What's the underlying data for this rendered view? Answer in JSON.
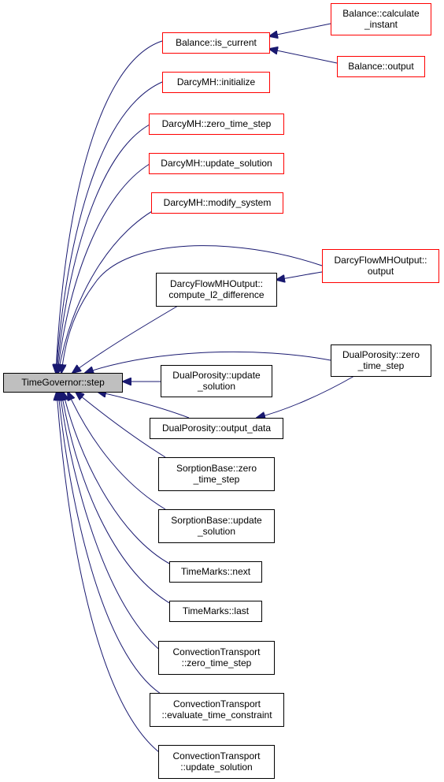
{
  "colors": {
    "edge": "#191970",
    "border_default": "#000000",
    "border_truncated": "#ff0000",
    "fill_default": "#ffffff",
    "fill_focus": "#bfbfbf"
  },
  "nodes": [
    {
      "id": "tg",
      "lines": [
        "TimeGovernor::step"
      ],
      "kind": "focus"
    },
    {
      "id": "bic",
      "lines": [
        "Balance::is_current"
      ],
      "kind": "truncated"
    },
    {
      "id": "bci",
      "lines": [
        "Balance::calculate",
        "_instant"
      ],
      "kind": "truncated"
    },
    {
      "id": "bo",
      "lines": [
        "Balance::output"
      ],
      "kind": "truncated"
    },
    {
      "id": "dmi",
      "lines": [
        "DarcyMH::initialize"
      ],
      "kind": "truncated"
    },
    {
      "id": "dmz",
      "lines": [
        "DarcyMH::zero_time_step"
      ],
      "kind": "truncated"
    },
    {
      "id": "dmu",
      "lines": [
        "DarcyMH::update_solution"
      ],
      "kind": "truncated"
    },
    {
      "id": "dmm",
      "lines": [
        "DarcyMH::modify_system"
      ],
      "kind": "truncated"
    },
    {
      "id": "dfo",
      "lines": [
        "DarcyFlowMHOutput::",
        "output"
      ],
      "kind": "truncated"
    },
    {
      "id": "dfc",
      "lines": [
        "DarcyFlowMHOutput::",
        "compute_l2_difference"
      ],
      "kind": "default"
    },
    {
      "id": "dpz",
      "lines": [
        "DualPorosity::zero",
        "_time_step"
      ],
      "kind": "default"
    },
    {
      "id": "dpu",
      "lines": [
        "DualPorosity::update",
        "_solution"
      ],
      "kind": "default"
    },
    {
      "id": "dpo",
      "lines": [
        "DualPorosity::output_data"
      ],
      "kind": "default"
    },
    {
      "id": "sbz",
      "lines": [
        "SorptionBase::zero",
        "_time_step"
      ],
      "kind": "default"
    },
    {
      "id": "sbu",
      "lines": [
        "SorptionBase::update",
        "_solution"
      ],
      "kind": "default"
    },
    {
      "id": "tmn",
      "lines": [
        "TimeMarks::next"
      ],
      "kind": "default"
    },
    {
      "id": "tml",
      "lines": [
        "TimeMarks::last"
      ],
      "kind": "default"
    },
    {
      "id": "ctz",
      "lines": [
        "ConvectionTransport",
        "::zero_time_step"
      ],
      "kind": "default"
    },
    {
      "id": "cte",
      "lines": [
        "ConvectionTransport",
        "::evaluate_time_constraint"
      ],
      "kind": "default"
    },
    {
      "id": "ctu",
      "lines": [
        "ConvectionTransport",
        "::update_solution"
      ],
      "kind": "default"
    }
  ],
  "edges": [
    [
      "bic",
      "tg"
    ],
    [
      "dmi",
      "tg"
    ],
    [
      "dmz",
      "tg"
    ],
    [
      "dmu",
      "tg"
    ],
    [
      "dmm",
      "tg"
    ],
    [
      "dfo",
      "tg"
    ],
    [
      "dfc",
      "tg"
    ],
    [
      "dpz",
      "tg"
    ],
    [
      "dpu",
      "tg"
    ],
    [
      "dpo",
      "tg"
    ],
    [
      "sbz",
      "tg"
    ],
    [
      "sbu",
      "tg"
    ],
    [
      "tmn",
      "tg"
    ],
    [
      "tml",
      "tg"
    ],
    [
      "ctz",
      "tg"
    ],
    [
      "cte",
      "tg"
    ],
    [
      "ctu",
      "tg"
    ],
    [
      "bci",
      "bic"
    ],
    [
      "bo",
      "bic"
    ],
    [
      "dfo",
      "dfc"
    ],
    [
      "dpz",
      "dpo"
    ]
  ]
}
